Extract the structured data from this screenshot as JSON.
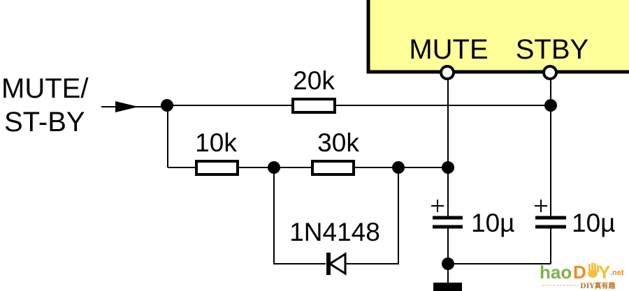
{
  "diagram": {
    "type": "schematic",
    "ic": {
      "fill_color": "#ffff99",
      "pins": [
        {
          "label": "MUTE"
        },
        {
          "label": "STBY"
        }
      ]
    },
    "input": {
      "label_line1": "MUTE/",
      "label_line2": "ST-BY"
    },
    "components": {
      "r_top": {
        "kind": "resistor",
        "value": "20k"
      },
      "r_left": {
        "kind": "resistor",
        "value": "10k"
      },
      "r_mid": {
        "kind": "resistor",
        "value": "30k"
      },
      "diode": {
        "kind": "diode",
        "part": "1N4148"
      },
      "c_mute": {
        "kind": "electrolytic-capacitor",
        "value": "10µ",
        "polarity": "+"
      },
      "c_stby": {
        "kind": "electrolytic-capacitor",
        "value": "10µ",
        "polarity": "+"
      }
    },
    "ground": {
      "kind": "ground"
    }
  },
  "watermark": {
    "part1": "hao",
    "part2": "D",
    "part3": "Y",
    "suffix": ".net",
    "tagline": "DIY真有趣",
    "colors": {
      "green": "#7fb24a",
      "orange": "#f08a24",
      "yellow": "#f2c230"
    }
  }
}
